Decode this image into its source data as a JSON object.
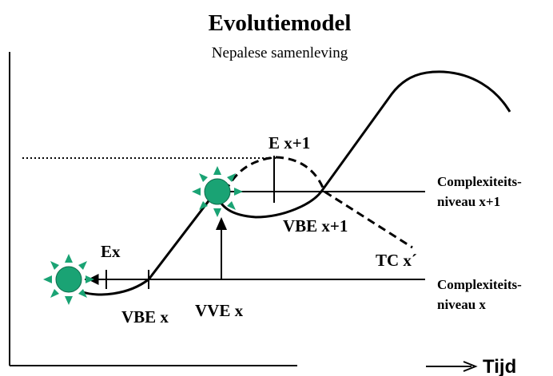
{
  "title": "Evolutiemodel",
  "subtitle": "Nepalese samenleving",
  "labels": {
    "ex": "Ex",
    "e_x1": "E x+1",
    "vbe_x": "VBE x",
    "vve_x": "VVE x",
    "vbe_x1": "VBE x+1",
    "tc_x": "TC x´",
    "level_upper_line1": "Complexiteits-",
    "level_upper_line2": "niveau x+1",
    "level_lower_line1": "Complexiteits-",
    "level_lower_line2": "niveau x",
    "time_axis": "Tijd"
  },
  "colors": {
    "sun_fill": "#1aa374",
    "sun_rays": "#1aa374",
    "line": "#000000"
  },
  "icons": [
    "sun-icon",
    "arrow-right-icon",
    "arrow-up-icon"
  ]
}
